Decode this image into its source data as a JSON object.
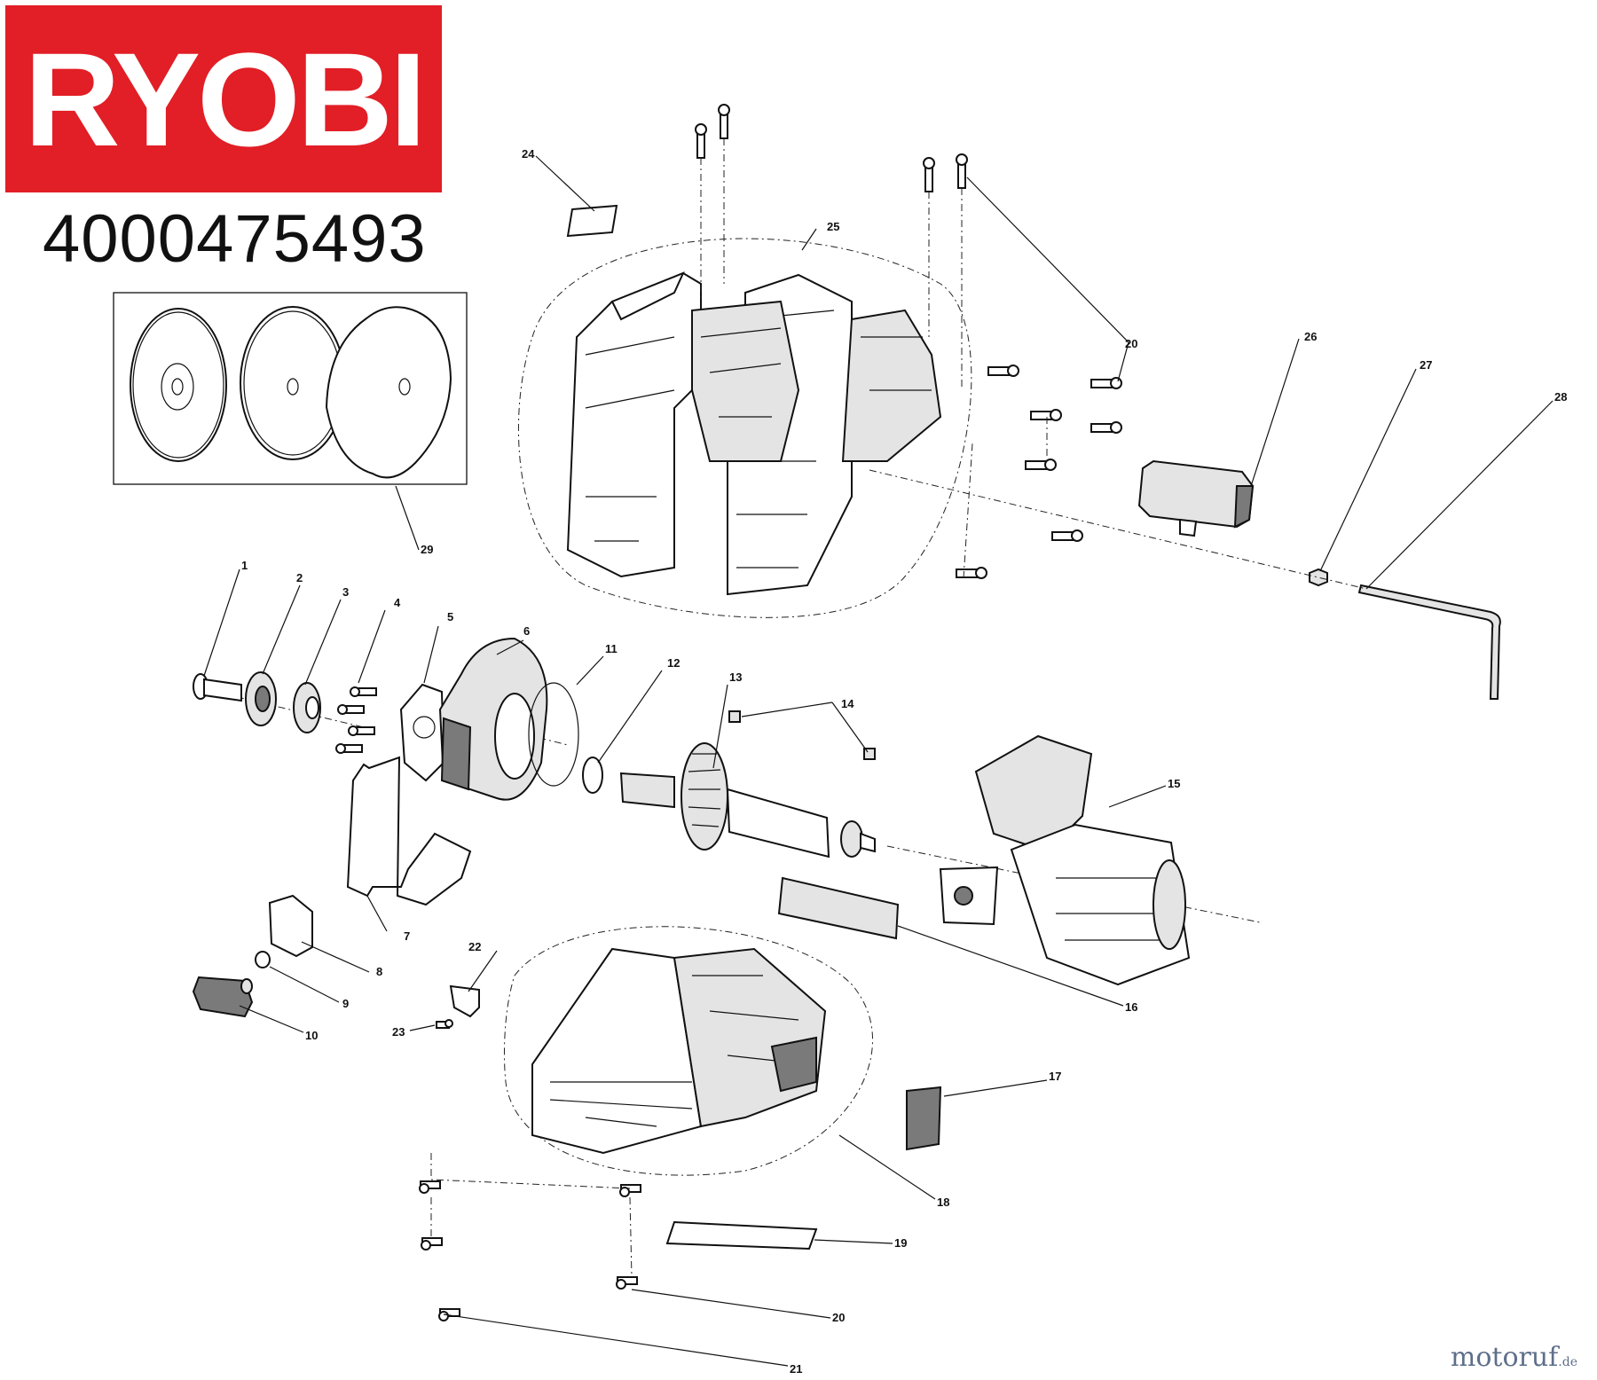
{
  "brand": {
    "name": "RYOBI",
    "color": "#e21e26"
  },
  "part_number": "4000475493",
  "watermark": {
    "name": "motoruf",
    "suffix": ".de"
  },
  "callouts": [
    "1",
    "2",
    "3",
    "4",
    "5",
    "6",
    "7",
    "8",
    "9",
    "10",
    "11",
    "12",
    "13",
    "14",
    "15",
    "16",
    "17",
    "18",
    "19",
    "20",
    "20",
    "20",
    "21",
    "22",
    "23",
    "24",
    "25",
    "26",
    "27",
    "28",
    "29"
  ]
}
